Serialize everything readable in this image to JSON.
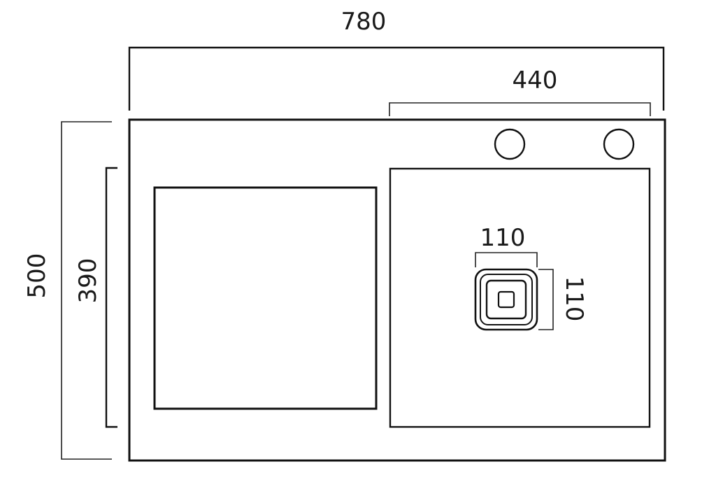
{
  "dimensions": {
    "overall_width": "780",
    "bowl_width": "440",
    "overall_depth": "500",
    "bowl_depth": "390",
    "drain_width": "110",
    "drain_depth": "110"
  },
  "colors": {
    "line": "#111111",
    "background": "#ffffff"
  }
}
